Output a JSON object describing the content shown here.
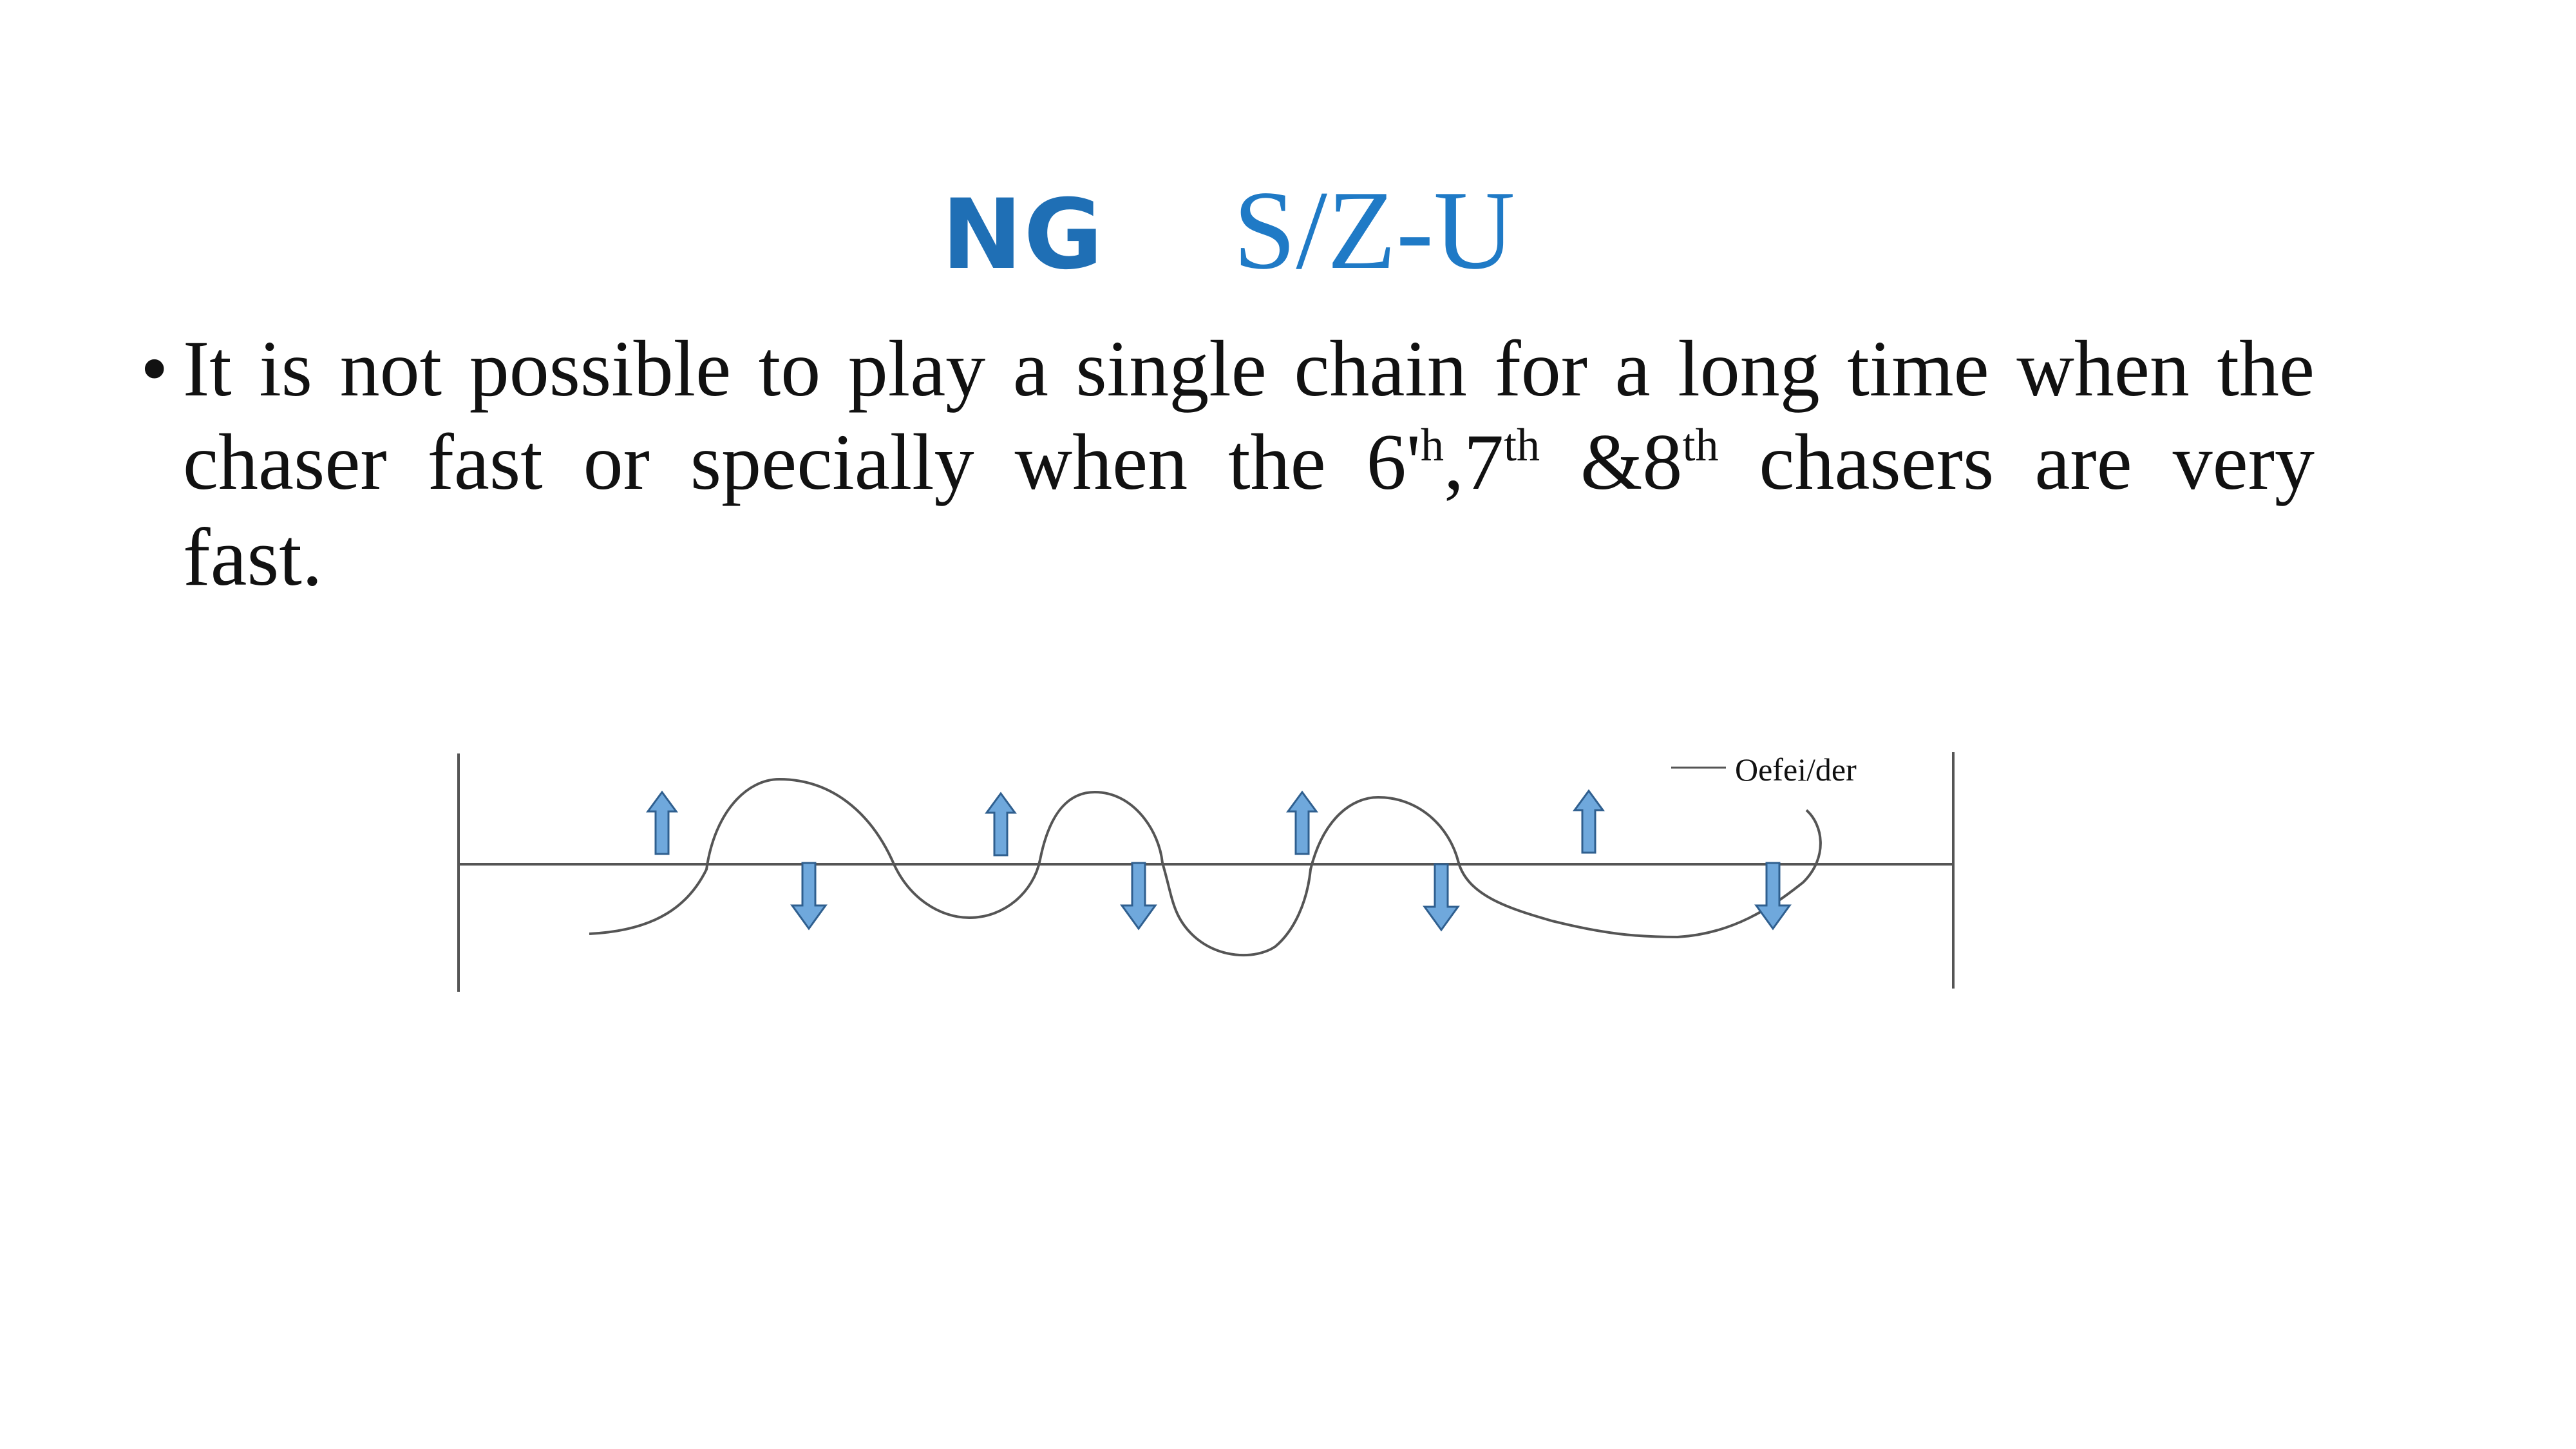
{
  "slide": {
    "title": {
      "left": "NG",
      "right": "S/Z-U",
      "left_color": "#1f6fb5",
      "right_color": "#1f7ac6"
    },
    "bullet": {
      "marker": "•",
      "line1": "It is not possible to play a single chain for a long time when the",
      "line2_pre": "chaser fast or specially when the 6'",
      "line2_sup1": "h",
      "line2_mid1": ",7",
      "line2_sup2": "th",
      "line2_mid2": " &8",
      "line2_sup3": "th",
      "line2_post": " chasers are very",
      "line3": "fast."
    },
    "figure": {
      "legend_label": "Oefei/der",
      "arrow_fill": "#6fa8dc",
      "arrow_stroke": "#2f5f8f",
      "line_color": "#555555"
    }
  }
}
